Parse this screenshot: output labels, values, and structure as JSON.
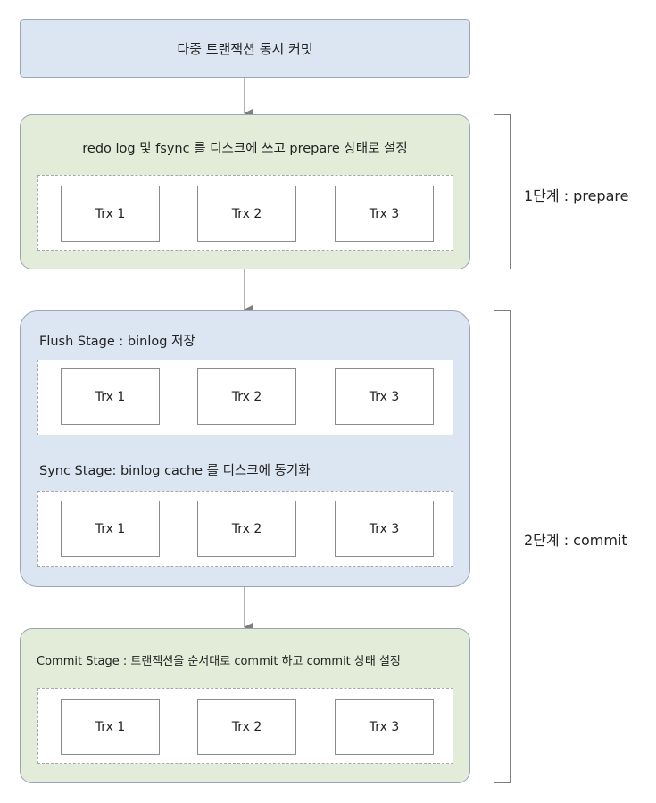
{
  "header": {
    "title": "다중 트랜잭션 동시 커밋"
  },
  "prepare_panel": {
    "title": "redo log 및 fsync 를 디스크에 쓰고 prepare 상태로 설정",
    "trx": [
      "Trx 1",
      "Trx 2",
      "Trx 3"
    ]
  },
  "commit_panel": {
    "flush_title": "Flush Stage : binlog 저장",
    "flush_trx": [
      "Trx 1",
      "Trx 2",
      "Trx 3"
    ],
    "sync_title": "Sync Stage: binlog cache 를 디스크에 동기화",
    "sync_trx": [
      "Trx 1",
      "Trx 2",
      "Trx 3"
    ]
  },
  "commit_stage_panel": {
    "title": "Commit Stage : 트랜잭션을 순서대로 commit 하고 commit 상태 설정",
    "trx": [
      "Trx 1",
      "Trx 2",
      "Trx 3"
    ]
  },
  "brackets": {
    "phase1": "1단계 : prepare",
    "phase2": "2단계 : commit"
  },
  "colors": {
    "header_fill": "#dce6f2",
    "green_fill": "#e3ecd8",
    "blue_fill": "#dce6f2",
    "arrow": "#7f7f7f"
  }
}
